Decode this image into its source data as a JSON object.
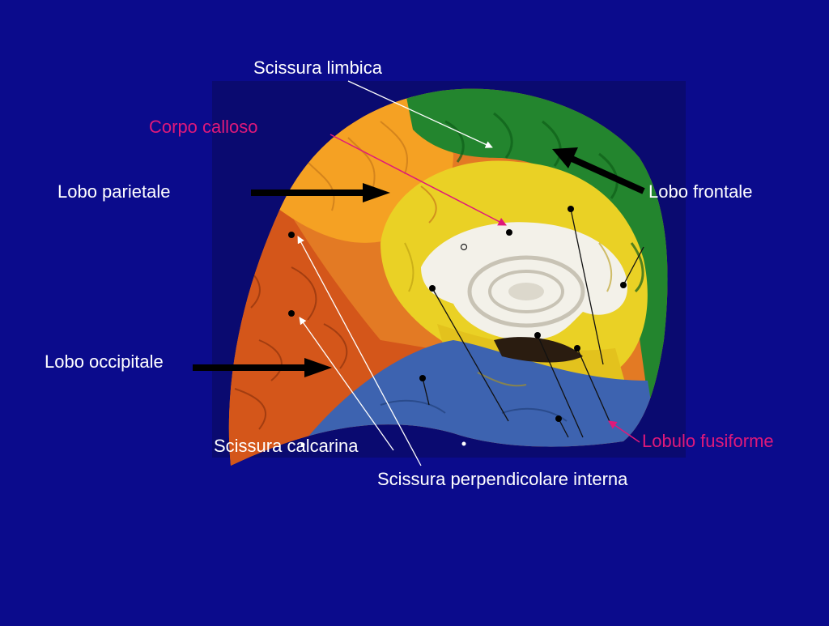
{
  "slide": {
    "background": "#0b0b8c",
    "label_color": "#ffffff",
    "accent_label_color": "#e0197a",
    "labels": {
      "scissura_limbica": "Scissura limbica",
      "corpo_calloso": "Corpo calloso",
      "lobo_parietale": "Lobo parietale",
      "lobo_frontale": "Lobo frontale",
      "lobo_occipitale": "Lobo occipitale",
      "lobulo_fusiforme": "Lobulo fusiforme",
      "scissura_calcarina": "Scissura calcarina",
      "scissura_perpendicolare_interna": "Scissura perpendicolare interna"
    }
  }
}
